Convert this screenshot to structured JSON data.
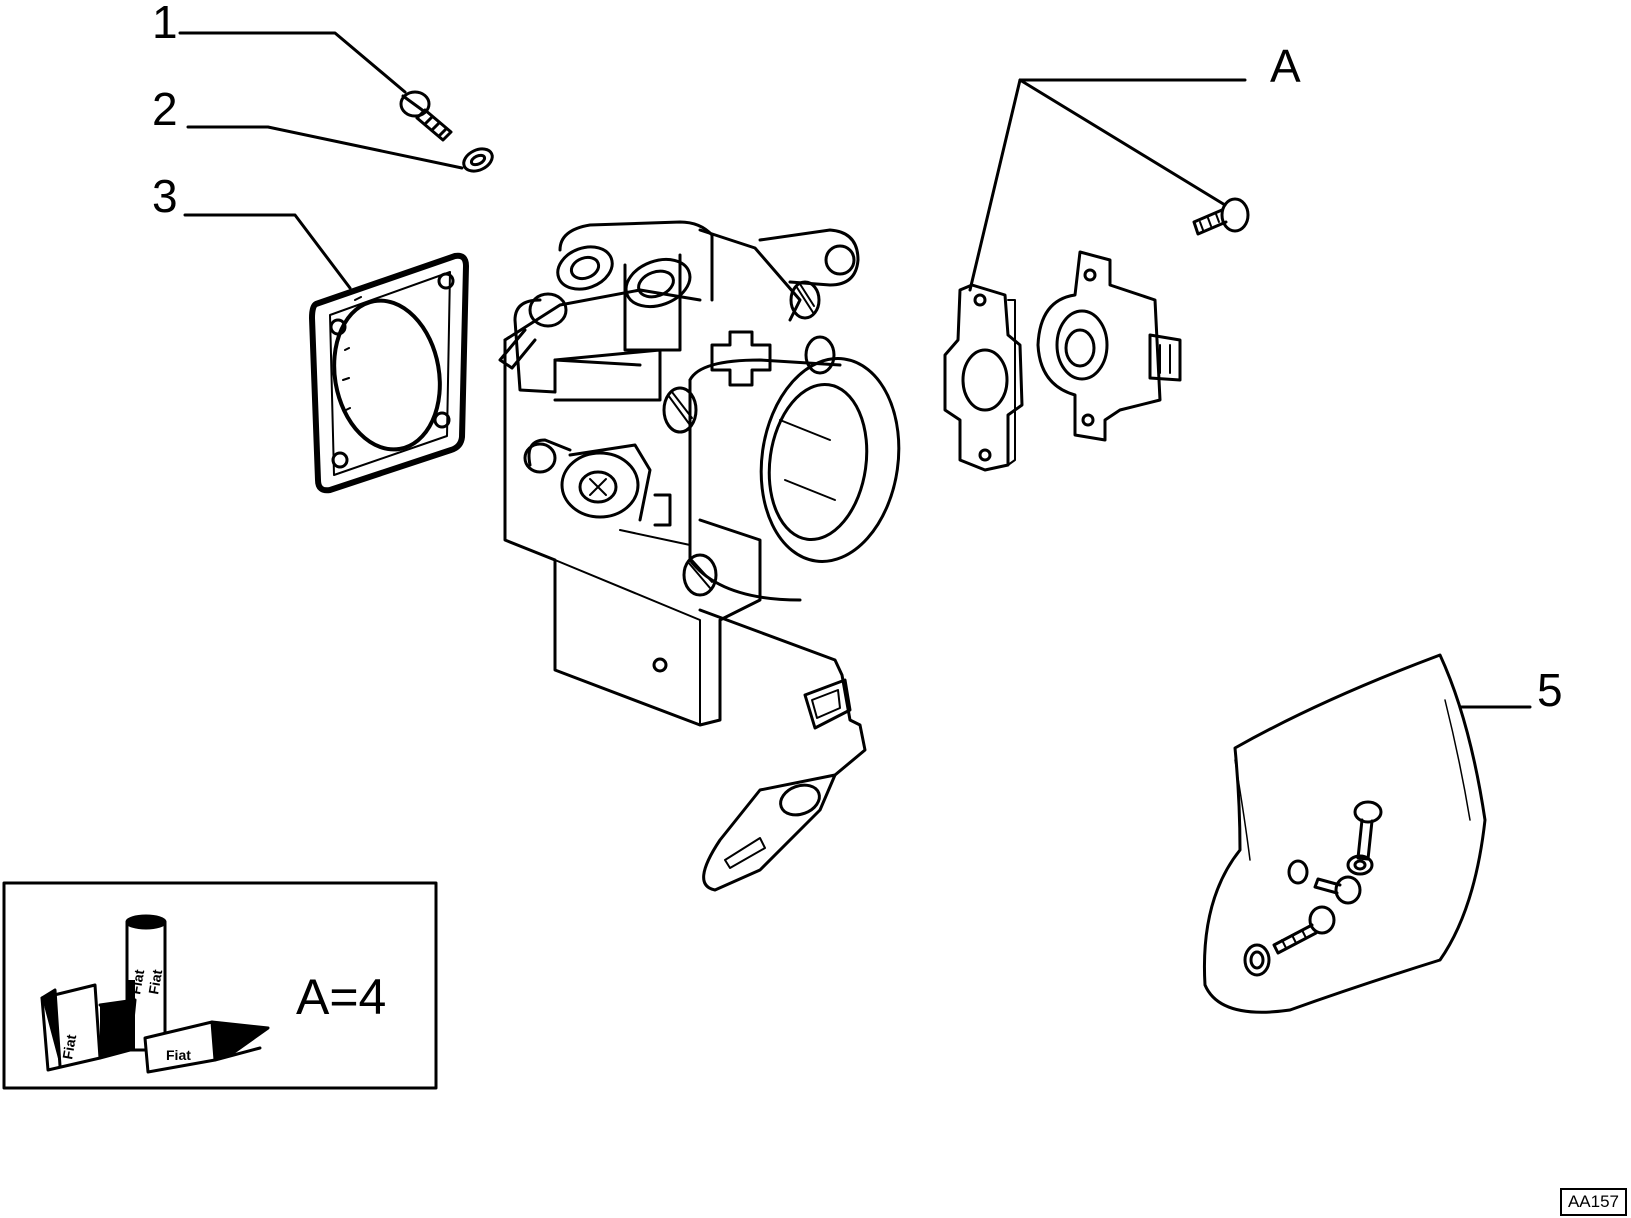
{
  "callouts": {
    "c1": "1",
    "c2": "2",
    "c3": "3",
    "cA": "A",
    "c5": "5"
  },
  "kit_box": {
    "equation": "A=4",
    "brand_labels": [
      "Fiat",
      "Fiat",
      "Fiat",
      "Fiat"
    ]
  },
  "drawing_code": "AA157",
  "colors": {
    "ink": "#000000",
    "paper": "#ffffff"
  }
}
